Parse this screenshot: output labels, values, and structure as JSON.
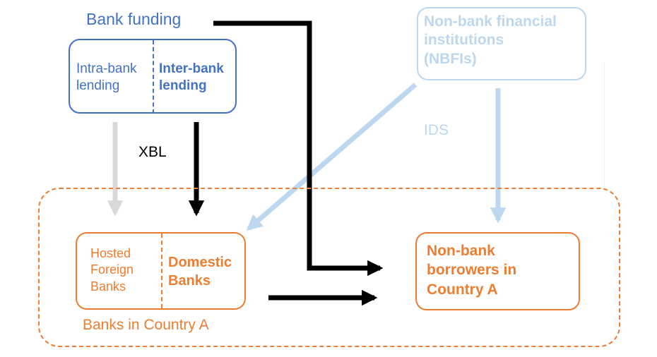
{
  "bank_funding": {
    "title": "Bank funding",
    "intra_bank": [
      "Intra-bank",
      "lending"
    ],
    "inter_bank": [
      "Inter-bank",
      "lending"
    ]
  },
  "nbfi": {
    "lines": [
      "Non-bank financial",
      "institutions",
      "(NBFIs)"
    ]
  },
  "flows": {
    "xbl": "XBL",
    "ids": "IDS"
  },
  "country": {
    "hosted_foreign": [
      "Hosted",
      "Foreign",
      "Banks"
    ],
    "domestic": [
      "Domestic",
      "Banks"
    ],
    "banks_caption": "Banks in Country A",
    "borrowers": [
      "Non-bank",
      "borrowers in",
      "Country A"
    ]
  },
  "colors": {
    "blue": "#4472c4",
    "light_blue": "#bdd7ee",
    "orange": "#ed7d31",
    "gray": "#d9d9d9",
    "black": "#000000"
  }
}
